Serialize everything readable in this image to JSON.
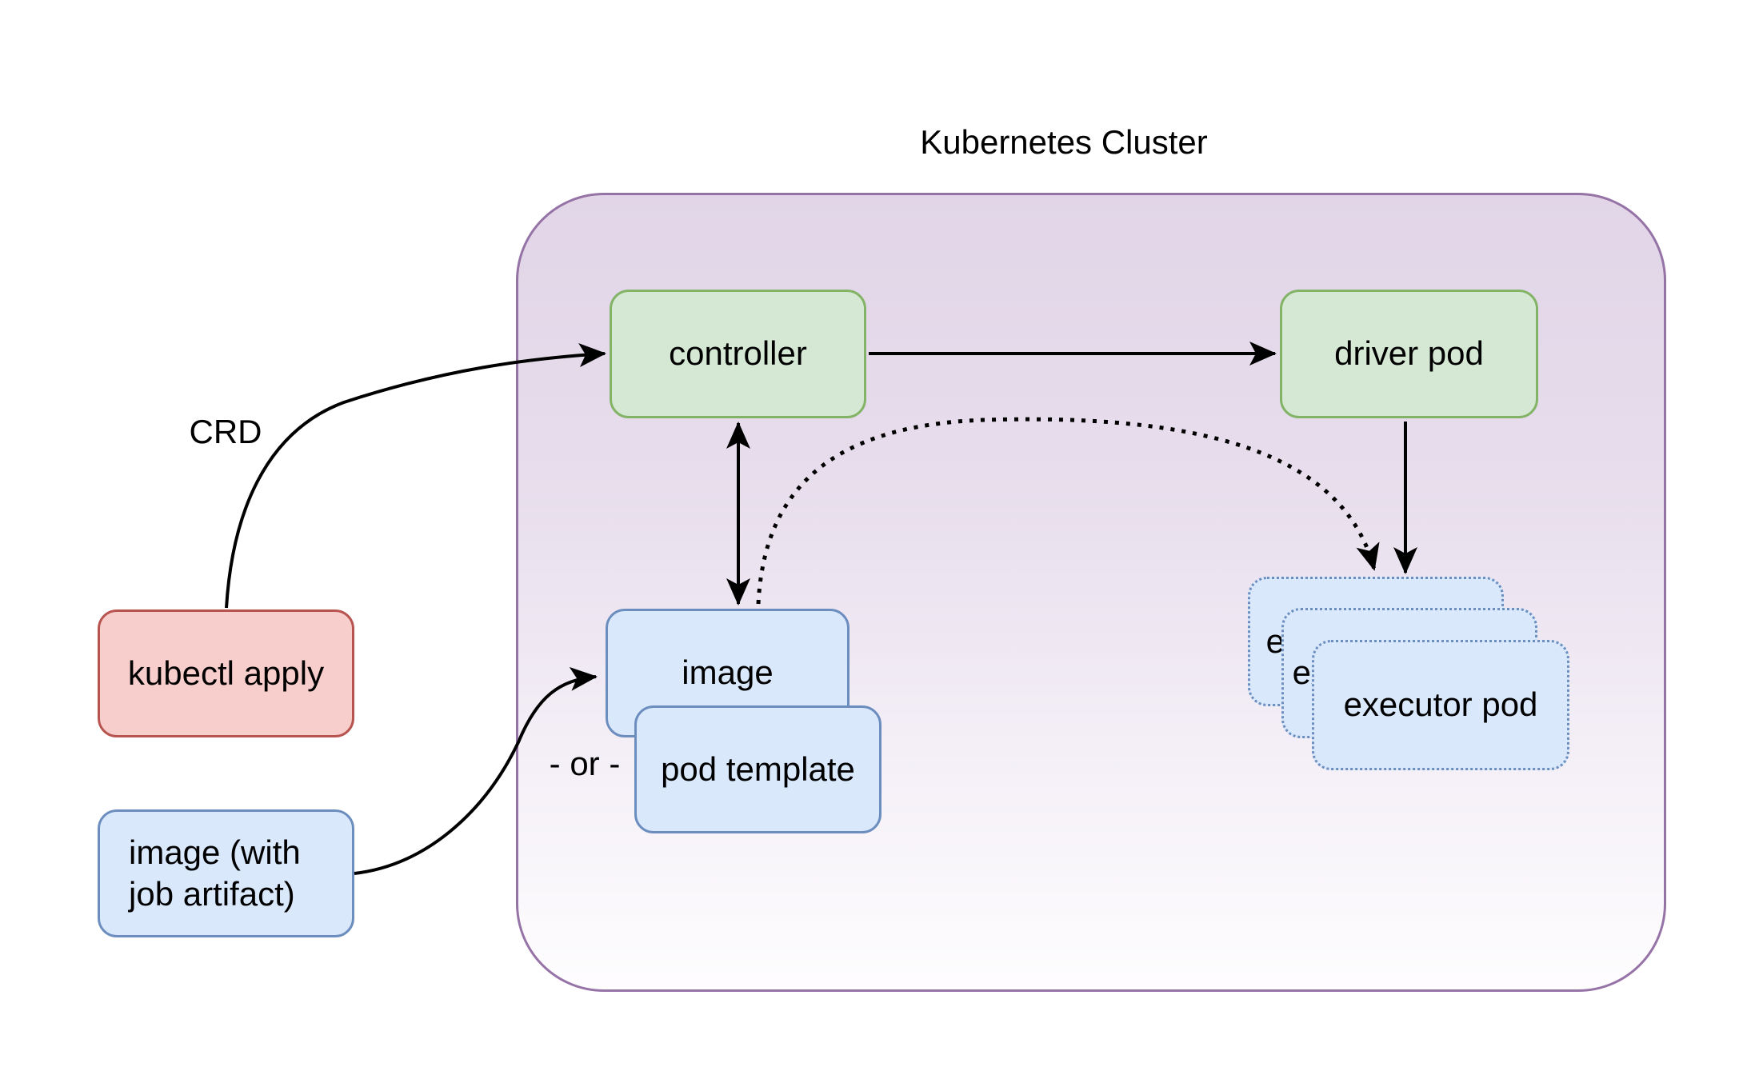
{
  "diagram_title": "Kubernetes Cluster",
  "nodes": {
    "kubectl_apply": {
      "label": "kubectl apply"
    },
    "image_with_artifact": {
      "line1": "image (with",
      "line2": "job artifact)"
    },
    "controller": {
      "label": "controller"
    },
    "driver_pod": {
      "label": "driver pod"
    },
    "image": {
      "label": "image"
    },
    "pod_template": {
      "label": "pod template"
    },
    "executor_pod": {
      "label": "executor pod"
    }
  },
  "edge_labels": {
    "crd": "CRD",
    "or_separator": "- or -"
  },
  "edges": [
    {
      "from": "kubectl_apply",
      "to": "controller",
      "style": "solid-curved",
      "label": "CRD"
    },
    {
      "from": "controller",
      "to": "driver_pod",
      "style": "solid"
    },
    {
      "from": "controller",
      "to": "image",
      "style": "solid-double-arrow"
    },
    {
      "from": "image",
      "to": "executor_pod",
      "style": "dotted-curved"
    },
    {
      "from": "driver_pod",
      "to": "executor_pod",
      "style": "solid"
    },
    {
      "from": "image_with_artifact",
      "to": "image",
      "style": "solid-curved"
    }
  ],
  "colors": {
    "cluster_border": "#9673a6",
    "cluster_fill_top": "#e1d5e7",
    "cluster_fill_bottom": "#ffffff",
    "green_fill": "#d5e8d4",
    "green_stroke": "#82b366",
    "red_fill": "#f8cecc",
    "red_stroke": "#b85450",
    "blue_fill": "#dae8fc",
    "blue_stroke": "#6c8ebf",
    "arrow_color": "#000000"
  }
}
